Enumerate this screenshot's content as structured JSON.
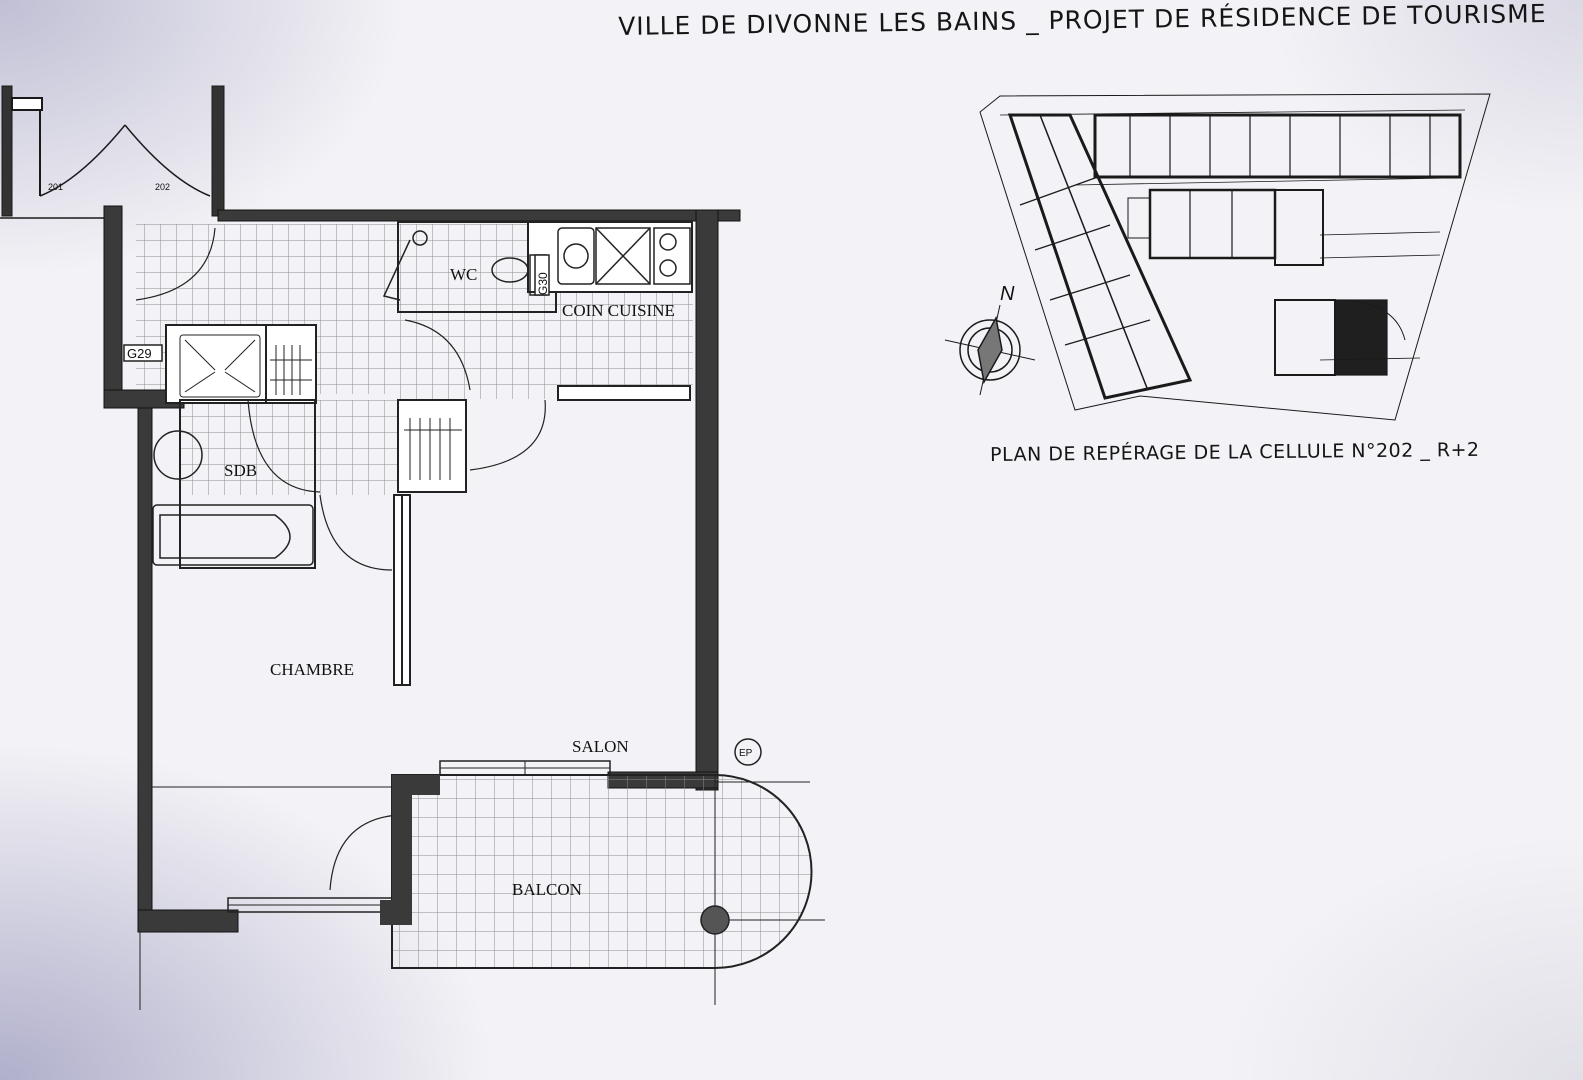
{
  "title": "VILLE DE DIVONNE LES BAINS _ PROJET DE RÉSIDENCE DE TOURISME",
  "site_plan": {
    "caption": "PLAN DE REPÉRAGE DE LA CELLULE N°202 _ R+2",
    "north": "N"
  },
  "floor_plan": {
    "rooms": {
      "wc": "WC",
      "coin_cuisine": "COIN CUISINE",
      "sdb": "SDB",
      "chambre": "CHAMBRE",
      "salon": "SALON",
      "balcon": "BALCON"
    },
    "tags": {
      "g29": "G29",
      "g30": "G30",
      "ep": "EP",
      "door_201": "201",
      "door_202": "202"
    }
  },
  "colors": {
    "ink": "#1a1a1a",
    "wall": "#3a3a3a",
    "tile": "#9a9a9a"
  }
}
